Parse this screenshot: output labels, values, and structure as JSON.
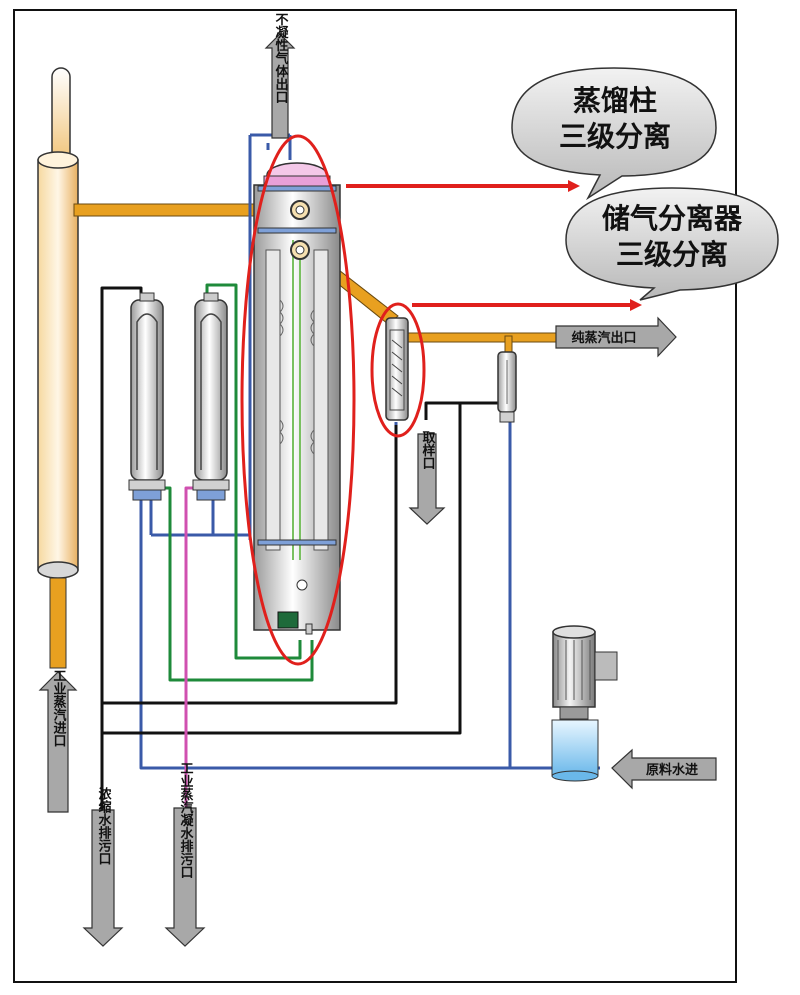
{
  "callouts": {
    "column": {
      "line1": "蒸馏柱",
      "line2": "三级分离"
    },
    "storage": {
      "line1": "储气分离器",
      "line2": "三级分离"
    }
  },
  "labels": {
    "noncondensable_outlet": "不凝性气体出口",
    "pure_steam_outlet": "纯蒸汽出口",
    "sampling_port": "取样口",
    "industrial_steam_inlet": "工业蒸汽进口",
    "concentrate_drain": "浓缩水排污口",
    "condensate_drain": "工业蒸汽凝水排污口",
    "feed_water_inlet": "原料水进"
  },
  "colors": {
    "steam_pipe": "#e8a020",
    "feed_pipe": "#3a5aa8",
    "concentrate_pipe": "#111111",
    "green_pipe": "#1e8a3a",
    "condensate_pipe": "#d050b0",
    "highlight": "#e0201c",
    "arrow_gray": "#a8a8a8"
  }
}
